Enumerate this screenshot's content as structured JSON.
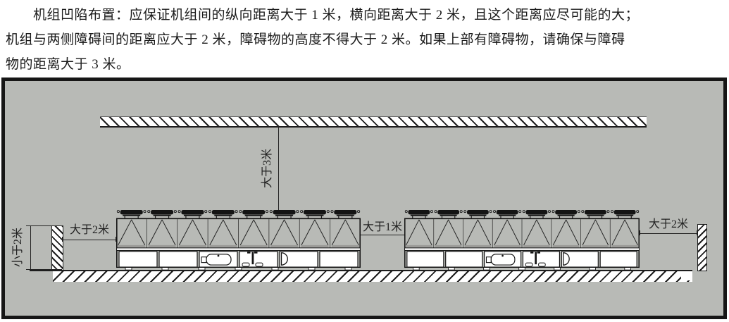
{
  "paragraph": {
    "lines": [
      "　　机组凹陷布置：应保证机组间的纵向距离大于 1 米，横向距离大于 2 米，且这个距离应尽可能的大；",
      "机组与两侧障碍间的距离应大于 2 米，障碍物的高度不得大于 2 米。如果上部有障碍物，请确保与障碍",
      "物的距离大于 3 米。"
    ]
  },
  "diagram": {
    "labels": {
      "top_clearance": "大于3米",
      "left_obstacle_height": "小于2米",
      "left_clearance": "大于2米",
      "middle_clearance": "大于1米",
      "right_clearance": "大于2米"
    },
    "colors": {
      "background": "#b8bab6",
      "frame": "#161616",
      "line": "#222222",
      "hatch_fill": "#ffffff"
    }
  }
}
